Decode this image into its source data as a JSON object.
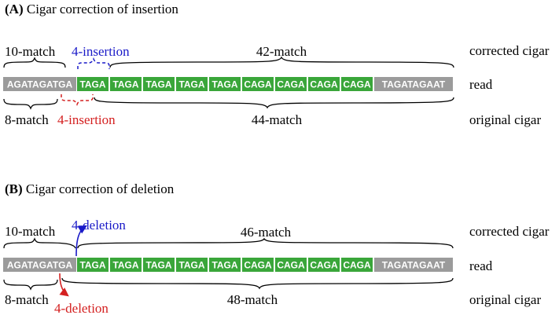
{
  "panel_a": {
    "letter": "(A)",
    "title": "Cigar correction of insertion",
    "top_labels": [
      "10-match",
      "4-insertion",
      "42-match"
    ],
    "bottom_labels": [
      "8-match",
      "4-insertion",
      "44-match"
    ],
    "segments": [
      "AGATAGATGA",
      "TAGA",
      "TAGA",
      "TAGA",
      "TAGA",
      "TAGA",
      "CAGA",
      "CAGA",
      "CAGA",
      "CAGA",
      "TAGATAGAAT"
    ],
    "row_labels": [
      "corrected cigar",
      "read",
      "original cigar"
    ]
  },
  "panel_b": {
    "letter": "(B)",
    "title": "Cigar correction of deletion",
    "top_labels": [
      "10-match",
      "4-deletion",
      "46-match"
    ],
    "bottom_labels": [
      "8-match",
      "4-deletion",
      "48-match"
    ],
    "segments": [
      "AGATAGATGA",
      "TAGA",
      "TAGA",
      "TAGA",
      "TAGA",
      "TAGA",
      "CAGA",
      "CAGA",
      "CAGA",
      "CAGA",
      "TAGATAGAAT"
    ],
    "row_labels": [
      "corrected cigar",
      "read",
      "original cigar"
    ]
  },
  "colors": {
    "gray_segment": "#9b9b9b",
    "green_segment": "#3aa63a",
    "bracket": "#000000",
    "corrected_annotation": "#1a1ac8",
    "original_annotation": "#d42020"
  }
}
